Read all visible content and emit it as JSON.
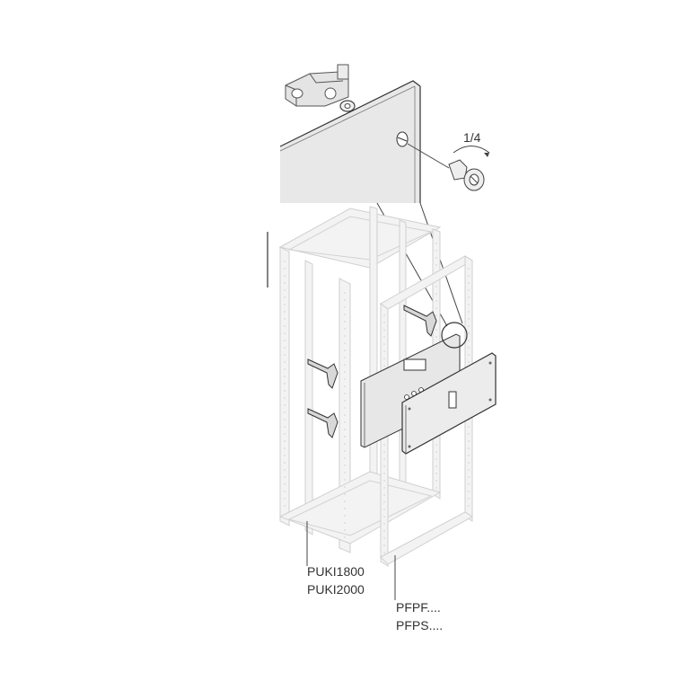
{
  "labels": {
    "rotation": "1/4",
    "cabinet_codes": [
      "PUKI1800",
      "PUKI2000"
    ],
    "frame_codes": [
      "PFPF....",
      "PFPS...."
    ]
  },
  "colors": {
    "line": "#444444",
    "frame": "#d2d2d2",
    "frame_fill": "#f3f3f3",
    "panel": "#e7e7e7",
    "text": "#333333"
  },
  "icons": [
    "lock-bracket-icon",
    "washer-icon",
    "quarter-turn-screw-icon",
    "rotation-arrow-icon"
  ]
}
